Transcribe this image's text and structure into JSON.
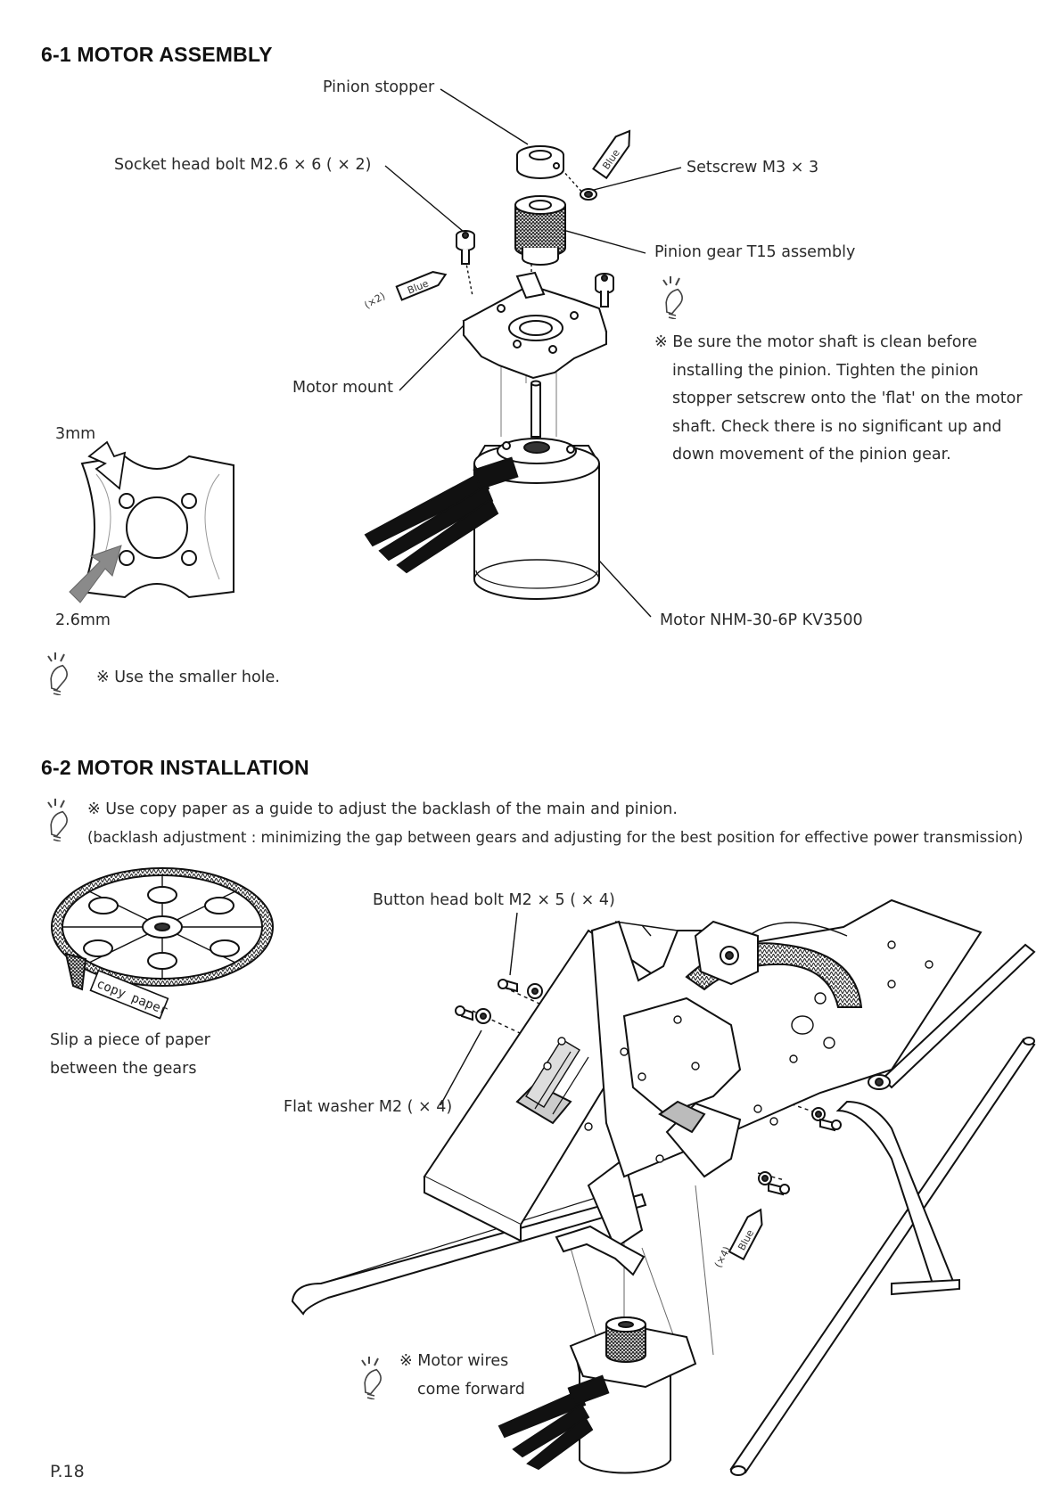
{
  "sections": {
    "s1": {
      "title": "6-1  MOTOR ASSEMBLY"
    },
    "s2": {
      "title": "6-2  MOTOR INSTALLATION"
    }
  },
  "assembly": {
    "pinion_stopper": "Pinion stopper",
    "socket_bolt": "Socket head bolt M2.6 × 6 ( × 2)",
    "setscrew": "Setscrew M3 × 3",
    "pinion_gear": "Pinion gear T15 assembly",
    "motor_mount": "Motor mount",
    "motor": "Motor NHM-30-6P KV3500",
    "hole_3mm": "3mm",
    "hole_26mm": "2.6mm",
    "blue_tag": "Blue",
    "x2_tag": "(×2)",
    "note_lines": [
      "※ Be sure the motor shaft is clean before",
      "installing the pinion. Tighten the pinion",
      "stopper setscrew onto the 'flat' on the motor",
      "shaft. Check there is no significant up and",
      "down movement of the pinion gear."
    ],
    "smaller_hole_note": "※ Use the smaller hole."
  },
  "installation": {
    "note_line1": "※ Use copy paper as a guide to adjust the backlash of the main and pinion.",
    "note_line2": "(backlash adjustment : minimizing the gap between gears and adjusting for the best position for effective power transmission)",
    "copy_paper": "copy paper",
    "slip_lines": [
      "Slip a piece of paper",
      "between the gears"
    ],
    "button_bolt": "Button head bolt M2 × 5 ( × 4)",
    "flat_washer": "Flat washer M2 ( × 4)",
    "blue_tag": "Blue",
    "x4_tag": "(×4)",
    "wires_lines": [
      "※ Motor wires",
      "come forward"
    ]
  },
  "footer": {
    "page_number": "P.18"
  },
  "colors": {
    "ink": "#111111",
    "label": "#2a2a2a",
    "arrow_gray": "#8a8a8a"
  }
}
